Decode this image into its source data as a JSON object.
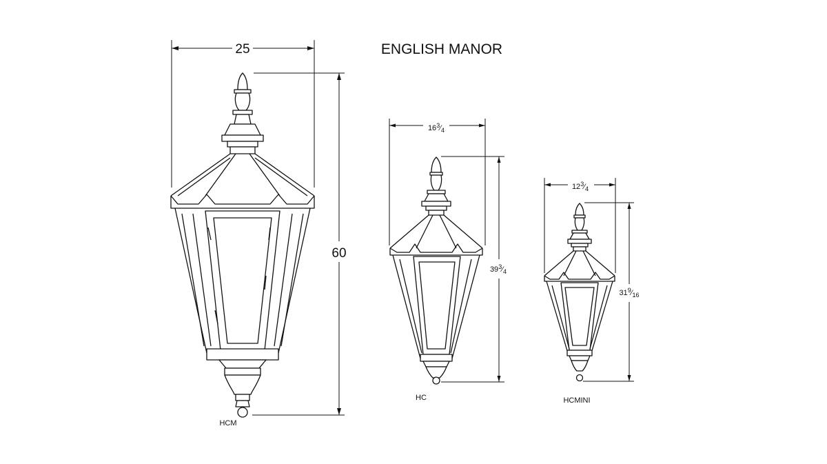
{
  "title": "ENGLISH MANOR",
  "lanterns": [
    {
      "model": "HCM",
      "width_label": "25",
      "height_label": "60"
    },
    {
      "model": "HC",
      "width": {
        "whole": "16",
        "num": "3",
        "den": "4"
      },
      "height": {
        "whole": "39",
        "num": "3",
        "den": "4"
      }
    },
    {
      "model": "HCMINI",
      "width": {
        "whole": "12",
        "num": "3",
        "den": "4"
      },
      "height": {
        "whole": "31",
        "num": "9",
        "den": "16"
      }
    }
  ]
}
